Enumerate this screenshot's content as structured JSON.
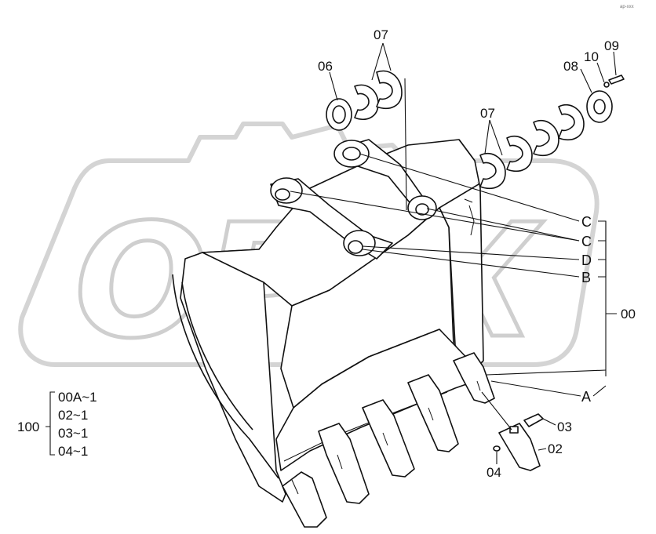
{
  "corner_mark": "ap-xxx",
  "watermark": {
    "text": "OPEX"
  },
  "callouts": {
    "p06": "06",
    "p07_top": "07",
    "p07_mid": "07",
    "p08": "08",
    "p09": "09",
    "p10": "10",
    "pC1": "C",
    "pC2": "C",
    "pD": "D",
    "pB": "B",
    "p00": "00",
    "pA": "A",
    "p03": "03",
    "p02": "02",
    "p04": "04"
  },
  "kit_legend": {
    "main": "100",
    "items": [
      "00A~1",
      "02~1",
      "03~1",
      "04~1"
    ]
  }
}
